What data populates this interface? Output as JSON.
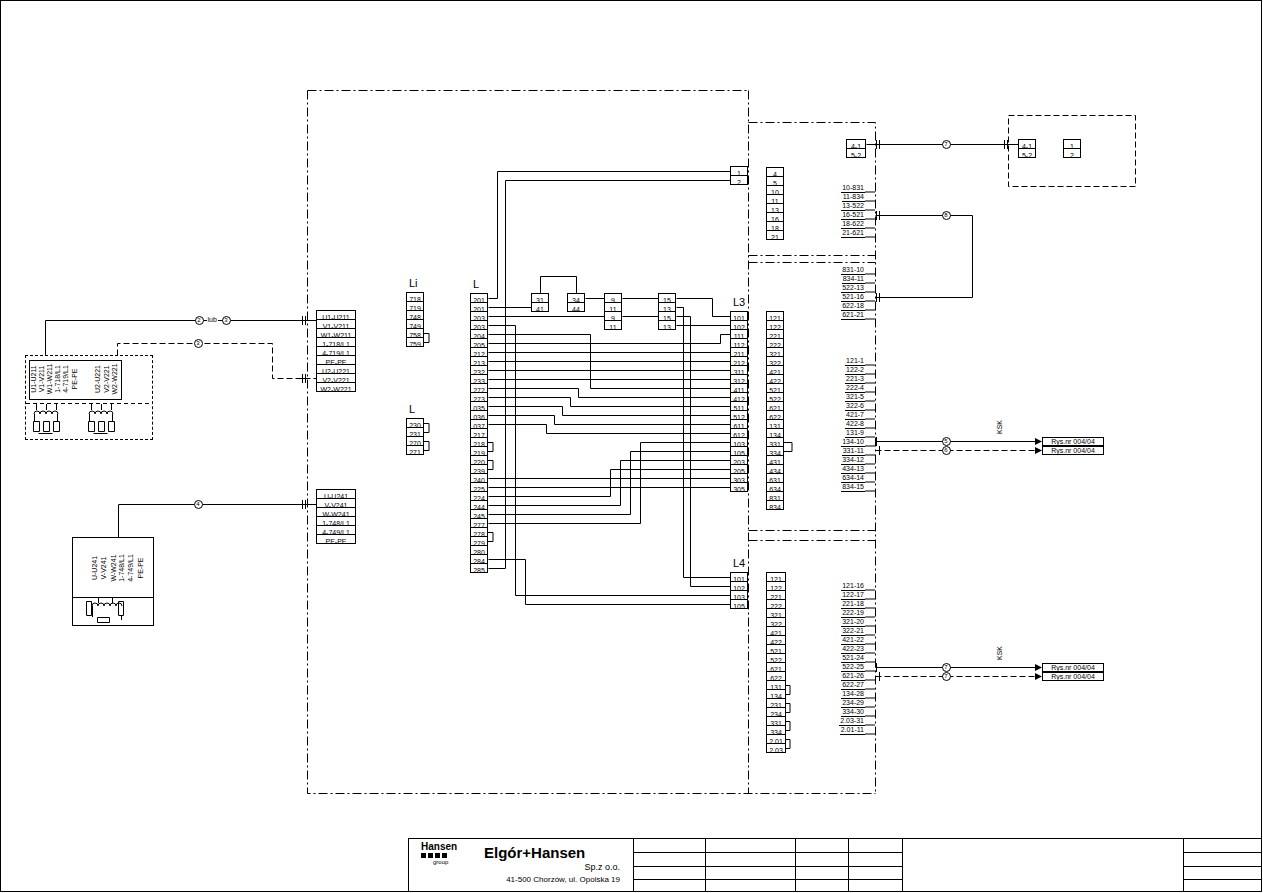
{
  "diagram": {
    "nodes": [
      {
        "text": [
          "4-1",
          "5-2"
        ]
      },
      {
        "text": [
          "4-1",
          "5-2"
        ]
      },
      {
        "text": [
          "1",
          "2"
        ]
      },
      {
        "text": [
          "1",
          "2"
        ]
      },
      {
        "text": [
          "4",
          "5",
          "10",
          "11",
          "13",
          "16",
          "18",
          "21"
        ]
      },
      {
        "text": [
          "Li",
          "718",
          "719",
          "748",
          "749",
          "758",
          "759"
        ]
      },
      {
        "text": [
          "L",
          "201",
          "201",
          "203",
          "203",
          "204",
          "205",
          "212",
          "213",
          "232",
          "233",
          "272",
          "273",
          "035",
          "036",
          "037",
          "217",
          "218",
          "219",
          "220",
          "239",
          "240",
          "225",
          "224",
          "244",
          "245",
          "277",
          "278",
          "279",
          "280",
          "284",
          "285"
        ]
      },
      {
        "text": [
          "31",
          "41"
        ]
      },
      {
        "text": [
          "34",
          "44"
        ]
      },
      {
        "text": [
          "9",
          "11",
          "9",
          "11"
        ]
      },
      {
        "text": [
          "15",
          "13",
          "15",
          "13"
        ]
      },
      {
        "text": [
          "L3",
          "101",
          "102",
          "111",
          "112",
          "211",
          "212",
          "311",
          "312",
          "411",
          "412",
          "511",
          "512",
          "611",
          "612",
          "103",
          "105",
          "203",
          "205",
          "303",
          "305"
        ]
      },
      {
        "text": [
          "121",
          "122",
          "221",
          "222",
          "321",
          "322",
          "421",
          "422",
          "521",
          "522",
          "621",
          "622",
          "131",
          "134",
          "331",
          "334",
          "431",
          "434",
          "631",
          "634",
          "831",
          "834"
        ]
      },
      {
        "text": [
          "U1-U211",
          "V1-V211",
          "W1-W211",
          "1-718/L1",
          "4-719/L1",
          "PE-PE",
          "U2-U221",
          "V2-V221",
          "W2-W221"
        ]
      },
      {
        "text": [
          "U1-U211",
          "V1-V211",
          "W1-W211",
          "1-718/L1",
          "4-719/L1",
          "PE-PE",
          "U2-U221",
          "V2-V221",
          "W2-W221"
        ]
      },
      {
        "text": [
          "L",
          "230",
          "231",
          "270",
          "271"
        ]
      },
      {
        "text": [
          "Rys.nr 004/04"
        ]
      },
      {
        "text": [
          "Rys.nr 004/04"
        ]
      },
      {
        "text": [
          "U-U241",
          "V-V241",
          "W-W241",
          "1-748/L1",
          "4-749/L1",
          "PE-PE"
        ]
      },
      {
        "text": [
          "U-U241",
          "V-V241",
          "W-W241",
          "1-748/L1",
          "4-749/L1",
          "PE-PE"
        ]
      },
      {
        "text": [
          "L4",
          "101",
          "102",
          "103",
          "105"
        ]
      },
      {
        "text": [
          "121",
          "122",
          "221",
          "222",
          "321",
          "322",
          "421",
          "422",
          "521",
          "522",
          "621",
          "622",
          "131",
          "134",
          "231",
          "234",
          "331",
          "334",
          "2.01",
          "2.03"
        ]
      },
      {
        "text": [
          "Rys.nr 004/04"
        ]
      },
      {
        "text": [
          "Rys.nr 004/04"
        ]
      }
    ],
    "edges": [
      {
        "from": 14,
        "to": 13,
        "arrow": "none"
      },
      {
        "from": 14,
        "to": 13,
        "arrow": "none"
      },
      {
        "from": 19,
        "to": 18,
        "arrow": "none"
      },
      {
        "from": 0,
        "to": 1,
        "arrow": "none"
      },
      {
        "from": 6,
        "to": 3,
        "arrow": "none"
      },
      {
        "from": 6,
        "to": 3,
        "arrow": "none"
      },
      {
        "from": 6,
        "to": 7,
        "arrow": "none"
      },
      {
        "from": 7,
        "to": 8,
        "arrow": "none"
      },
      {
        "from": 6,
        "to": 9,
        "arrow": "none"
      },
      {
        "from": 8,
        "to": 9,
        "arrow": "none"
      },
      {
        "from": 9,
        "to": 10,
        "arrow": "none"
      },
      {
        "from": 9,
        "to": 10,
        "arrow": "none"
      },
      {
        "from": 10,
        "to": 11,
        "arrow": "none"
      },
      {
        "from": 10,
        "to": 11,
        "arrow": "none"
      },
      {
        "from": 10,
        "to": 20,
        "arrow": "none"
      },
      {
        "from": 10,
        "to": 20,
        "arrow": "none"
      },
      {
        "from": 6,
        "to": 11,
        "arrow": "none"
      },
      {
        "from": 6,
        "to": 11,
        "arrow": "none"
      },
      {
        "from": 6,
        "to": 20,
        "arrow": "none"
      },
      {
        "from": 6,
        "to": 11,
        "arrow": "none"
      },
      {
        "from": 6,
        "to": 11,
        "arrow": "none"
      },
      {
        "from": 6,
        "to": 11,
        "arrow": "none"
      },
      {
        "from": 6,
        "to": 11,
        "arrow": "none"
      },
      {
        "from": 6,
        "to": 11,
        "arrow": "none"
      },
      {
        "from": 6,
        "to": 11,
        "arrow": "none"
      },
      {
        "from": 6,
        "to": 11,
        "arrow": "none"
      },
      {
        "from": 6,
        "to": 11,
        "arrow": "none"
      },
      {
        "from": 6,
        "to": 11,
        "arrow": "none"
      },
      {
        "from": 6,
        "to": 11,
        "arrow": "none"
      },
      {
        "from": 6,
        "to": 11,
        "arrow": "none"
      },
      {
        "from": 6,
        "to": 11,
        "arrow": "none"
      },
      {
        "from": 6,
        "to": 11,
        "arrow": "none"
      },
      {
        "from": 6,
        "to": 11,
        "arrow": "none"
      },
      {
        "from": 6,
        "to": 11,
        "arrow": "none"
      },
      {
        "from": 6,
        "to": 20,
        "arrow": "none"
      }
    ],
    "labels": [
      "10-831",
      "11-834",
      "13-522",
      "16-521",
      "18-622",
      "21-621",
      "831-10",
      "834-11",
      "522-13",
      "521-16",
      "622-18",
      "621-21",
      "121-1",
      "122-2",
      "221-3",
      "222-4",
      "321-5",
      "322-6",
      "421-7",
      "422-8",
      "131-9",
      "134-10",
      "331-11",
      "334-12",
      "434-13",
      "634-14",
      "834-15",
      "121-16",
      "122-17",
      "221-18",
      "222-19",
      "321-20",
      "322-21",
      "421-22",
      "422-23",
      "521-24",
      "522-25",
      "621-26",
      "622-27",
      "134-28",
      "234-29",
      "334-30",
      "2.03-31",
      "2.01-11",
      "7",
      "8",
      "2",
      "lub",
      "3",
      "3",
      "4",
      "5",
      "6",
      "7",
      "7",
      "KSK",
      "KSK",
      "Hansen",
      "group",
      "Elgór+Hansen",
      "Sp.z o.o.",
      "41-500 Chorzów, ul. Opolska 19"
    ]
  }
}
